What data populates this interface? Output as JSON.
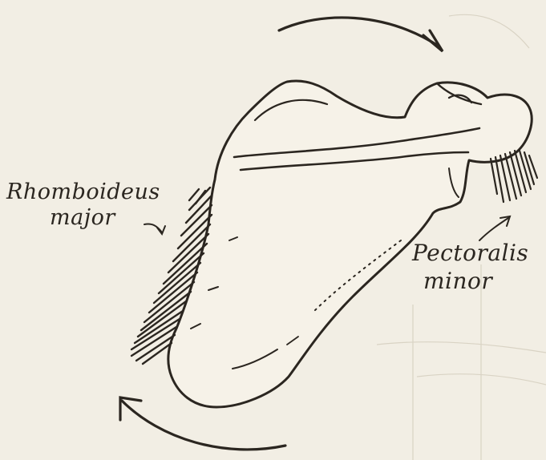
{
  "labels": {
    "rhomboideus_line1": "Rhomboideus",
    "rhomboideus_line2": "major",
    "pectoralis_line1": "Pectoralis",
    "pectoralis_line2": "minor"
  },
  "colors": {
    "paper": "#f2eee4",
    "ink": "#2b2620"
  }
}
